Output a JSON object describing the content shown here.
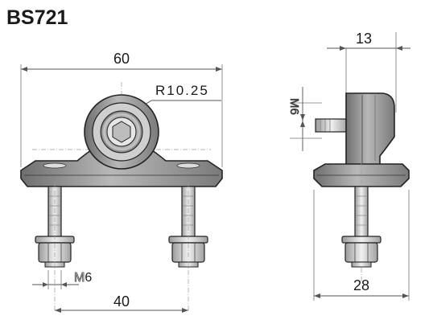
{
  "title": "BS721",
  "front_view": {
    "width_dim": "60",
    "radius_dim": "R10.25",
    "thread_dim": "M6",
    "thread_letter": "M",
    "thread_number": "6",
    "hole_spacing_dim": "40"
  },
  "side_view": {
    "depth_dim": "13",
    "thread_dim": "M6",
    "base_dim": "28"
  }
}
